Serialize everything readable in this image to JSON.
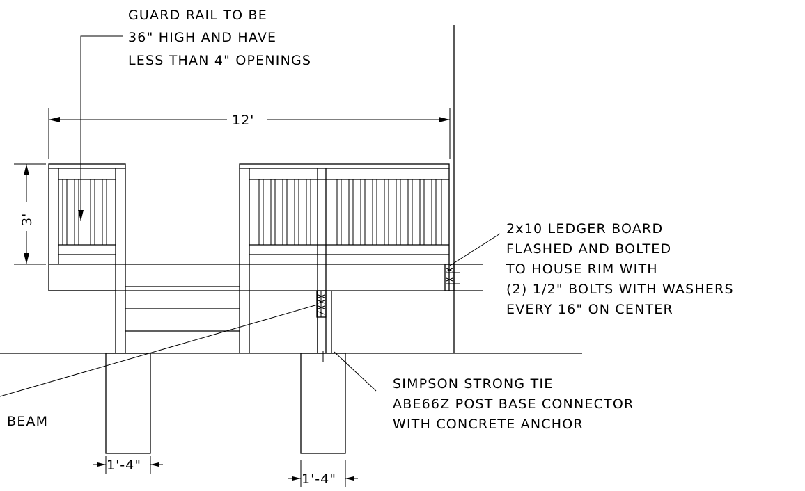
{
  "notes": {
    "guard_rail": [
      "GUARD RAIL TO BE",
      "36\" HIGH AND HAVE",
      "LESS THAN 4\" OPENINGS"
    ],
    "ledger": [
      "2x10 LEDGER BOARD",
      "FLASHED AND BOLTED",
      "TO HOUSE RIM WITH",
      "(2) 1/2\" BOLTS WITH WASHERS",
      "EVERY 16\" ON CENTER"
    ],
    "simpson": [
      "SIMPSON STRONG TIE",
      "ABE66Z POST BASE CONNECTOR",
      "WITH CONCRETE ANCHOR"
    ],
    "beam": "BEAM"
  },
  "dimensions": {
    "width": "12'",
    "rail_height": "3'",
    "footing_left": "1'-4\"",
    "footing_right": "1'-4\""
  }
}
